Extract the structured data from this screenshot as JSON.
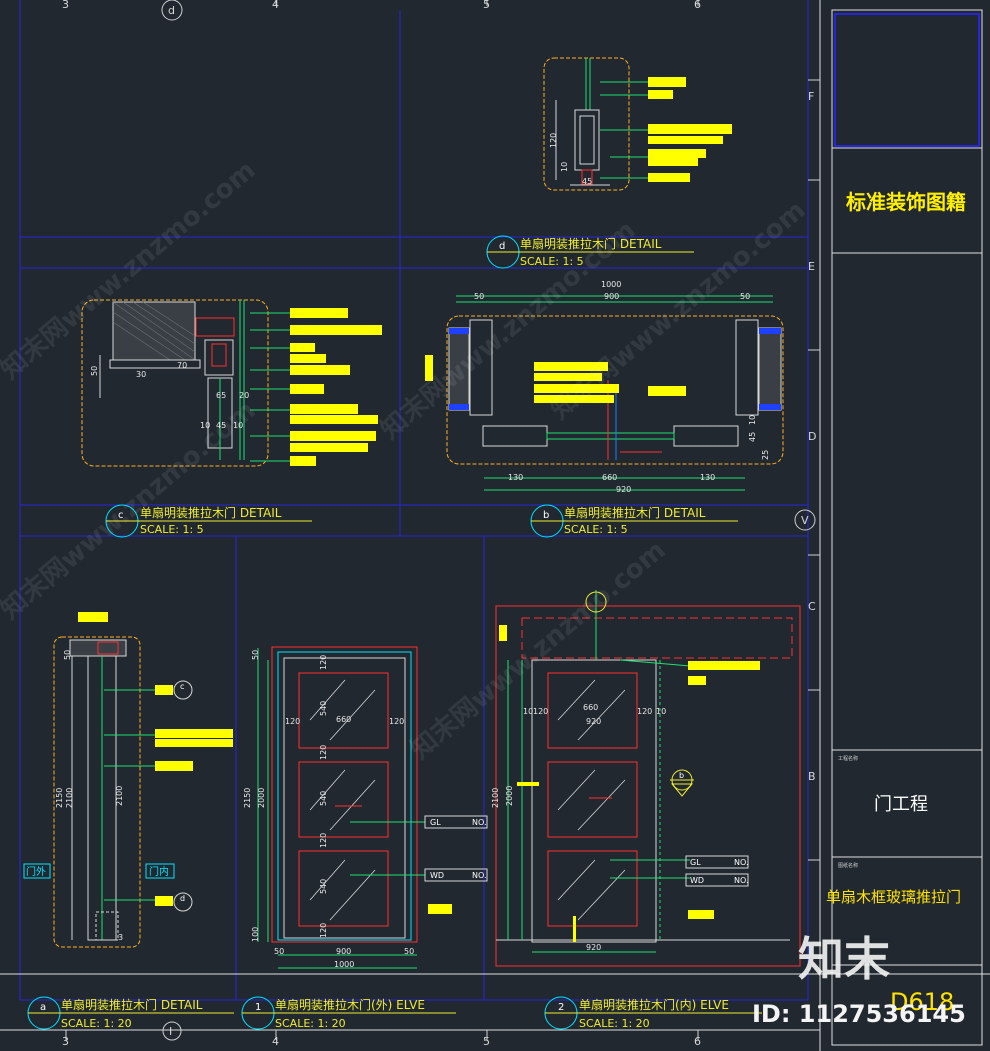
{
  "grid": {
    "columns": [
      "3",
      "4",
      "5",
      "6"
    ],
    "columns_top_d": "d",
    "columns_bottom_i": "I",
    "rows": [
      "F",
      "E",
      "D",
      "C",
      "B"
    ],
    "mark_v": "V"
  },
  "details": {
    "d": {
      "bubble": "d",
      "title": "单扇明装推拉木门   DETAIL",
      "scale": "SCALE: 1: 5",
      "dim_120": "120",
      "dim_10": "10",
      "dim_45": "45"
    },
    "c": {
      "bubble": "c",
      "title": "单扇明装推拉木门   DETAIL",
      "scale": "SCALE: 1: 5",
      "dim_50": "50",
      "dim_30": "30",
      "dim_70": "70",
      "dim_65": "65",
      "dim_20": "20",
      "dim_10a": "10",
      "dim_45": "45",
      "dim_10b": "10"
    },
    "b": {
      "bubble": "b",
      "title": "单扇明装推拉木门   DETAIL",
      "scale": "SCALE: 1: 5",
      "top_dims": [
        "1000",
        "50",
        "900",
        "50"
      ],
      "bottom_dims": [
        "130",
        "660",
        "130",
        "920"
      ],
      "right_dims": [
        "45",
        "10",
        "25"
      ]
    },
    "a": {
      "bubble": "a",
      "title": "单扇明装推拉木门   DETAIL",
      "scale": "SCALE: 1: 20",
      "dims": [
        "2150",
        "2100",
        "2100",
        "50",
        "3"
      ],
      "label_out": "门外",
      "label_in": "门内",
      "ref_c": "c",
      "ref_d": "d"
    },
    "e1": {
      "bubble": "1",
      "title": "单扇明装推拉木门(外)   ELVE",
      "scale": "SCALE: 1: 20",
      "dims_left": [
        "50",
        "2150",
        "2000",
        "100"
      ],
      "dims_inner": [
        "120",
        "540",
        "120",
        "540",
        "120",
        "540",
        "120"
      ],
      "dims_width": [
        "660",
        "120",
        "120"
      ],
      "dims_bottom": [
        "50",
        "900",
        "50",
        "1000"
      ],
      "tag_gl": "GL",
      "tag_gl_no": "NO.",
      "tag_wd": "WD",
      "tag_wd_no": "NO."
    },
    "e2": {
      "bubble": "2",
      "title": "单扇明装推拉木门(内)   ELVE",
      "scale": "SCALE: 1: 20",
      "dims_top": [
        "660",
        "10",
        "120",
        "920",
        "120",
        "10"
      ],
      "dims_left": [
        "2100",
        "2000"
      ],
      "dim_bottom": "920",
      "tag_gl": "GL",
      "tag_gl_no": "NO.",
      "tag_wd": "WD",
      "tag_wd_no": "NO.",
      "ref_b": "b"
    }
  },
  "sidebar": {
    "brand": "标准装饰图籍",
    "project_tiny": "工程名称",
    "project": "门工程",
    "drawing_tiny": "图纸名称",
    "drawing": "单扇木框玻璃推拉门",
    "number_partial": "D618"
  },
  "watermark": {
    "text": "知末网www.znzmo.com",
    "logo": "知末",
    "id": "ID: 1127536145"
  },
  "colors": {
    "background": "#212830",
    "grid_line": "#2626d6",
    "frame": "#ff2020",
    "dashed": "#ffb020",
    "leader_green": "#20e070",
    "tag_yellow": "#ffff00",
    "cyan": "#00e5ff"
  }
}
